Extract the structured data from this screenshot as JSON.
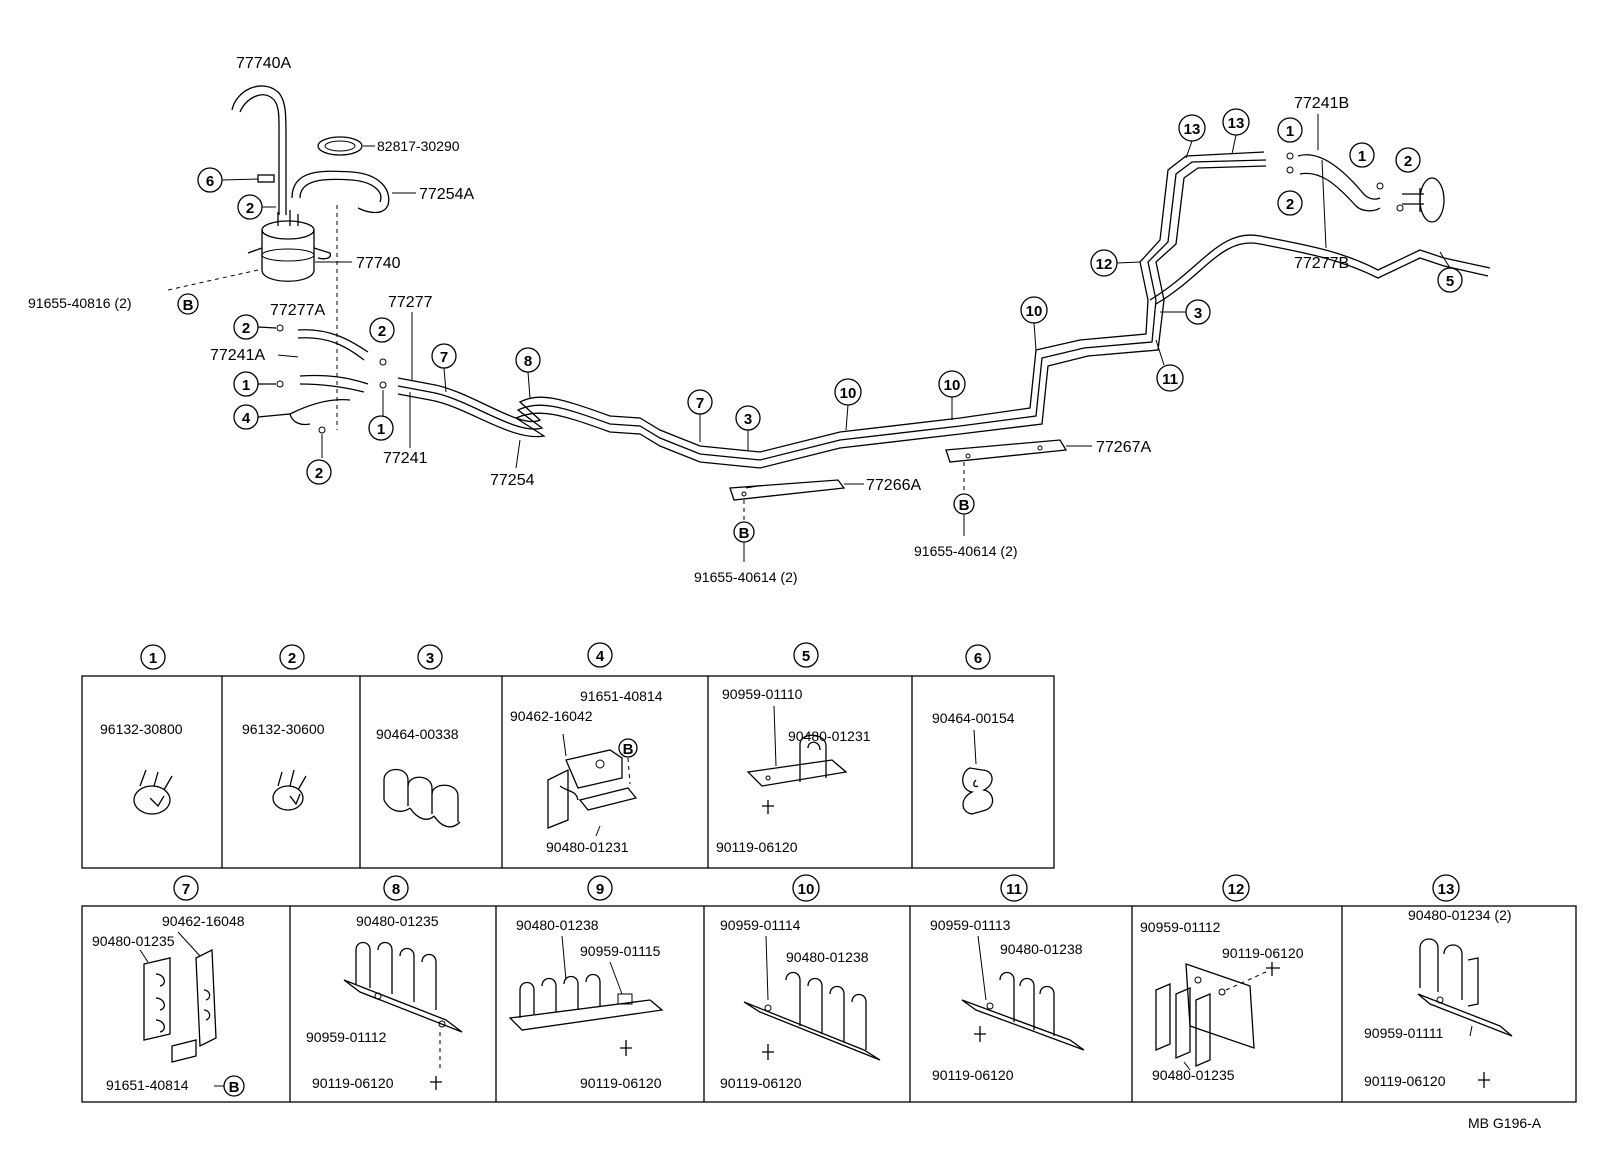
{
  "footer_code": "MB  G196-A",
  "callouts": {
    "c77740A": "77740A",
    "c82817": "82817-30290",
    "c77254A": "77254A",
    "c77740": "77740",
    "c91655_40816": "91655-40816 (2)",
    "c77277A": "77277A",
    "c77277": "77277",
    "c77241A": "77241A",
    "c77241": "77241",
    "c77254": "77254",
    "c77266A": "77266A",
    "c77267A": "77267A",
    "c91655_40614_a": "91655-40614 (2)",
    "c91655_40614_b": "91655-40614 (2)",
    "c77241B": "77241B",
    "c77277B": "77277B"
  },
  "markers": {
    "one": "1",
    "two": "2",
    "three": "3",
    "four": "4",
    "five": "5",
    "six": "6",
    "seven": "7",
    "eight": "8",
    "ten": "10",
    "eleven": "11",
    "twelve": "12",
    "thirteen": "13",
    "b": "B"
  },
  "legend_row1": [
    {
      "num": "1",
      "parts": [
        "96132-30800"
      ]
    },
    {
      "num": "2",
      "parts": [
        "96132-30600"
      ]
    },
    {
      "num": "3",
      "parts": [
        "90464-00338"
      ]
    },
    {
      "num": "4",
      "parts": [
        "91651-40814",
        "90462-16042",
        "90480-01231"
      ]
    },
    {
      "num": "5",
      "parts": [
        "90959-01110",
        "90480-01231",
        "90119-06120"
      ]
    },
    {
      "num": "6",
      "parts": [
        "90464-00154"
      ]
    }
  ],
  "legend_row2": [
    {
      "num": "7",
      "parts": [
        "90462-16048",
        "90480-01235",
        "91651-40814"
      ]
    },
    {
      "num": "8",
      "parts": [
        "90480-01235",
        "90959-01112",
        "90119-06120"
      ]
    },
    {
      "num": "9",
      "parts": [
        "90480-01238",
        "90959-01115",
        "90119-06120"
      ]
    },
    {
      "num": "10",
      "parts": [
        "90959-01114",
        "90480-01238",
        "90119-06120"
      ]
    },
    {
      "num": "11",
      "parts": [
        "90959-01113",
        "90480-01238",
        "90119-06120"
      ]
    },
    {
      "num": "12",
      "parts": [
        "90959-01112",
        "90119-06120",
        "90480-01235"
      ]
    },
    {
      "num": "13",
      "parts": [
        "90480-01234 (2)",
        "90959-01111",
        "90119-06120"
      ]
    }
  ]
}
